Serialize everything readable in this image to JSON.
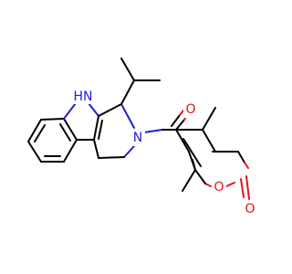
{
  "molecule": {
    "atoms": {
      "indole_nh": {
        "symbol": "N",
        "suffix": "H",
        "color": "#1f1fd6"
      },
      "ring_n": {
        "symbol": "N",
        "color": "#1f1fd6"
      },
      "carbonyl_o": {
        "symbol": "O",
        "color": "#e8131b"
      },
      "pyranone_ring_o": {
        "symbol": "O",
        "color": "#e8131b"
      },
      "pyranone_carbonyl_o": {
        "symbol": "O",
        "color": "#e8131b"
      }
    },
    "colors": {
      "carbon_bond": "#000000",
      "nitrogen": "#1f1fd6",
      "oxygen": "#e8131b",
      "background": "#ffffff"
    }
  }
}
